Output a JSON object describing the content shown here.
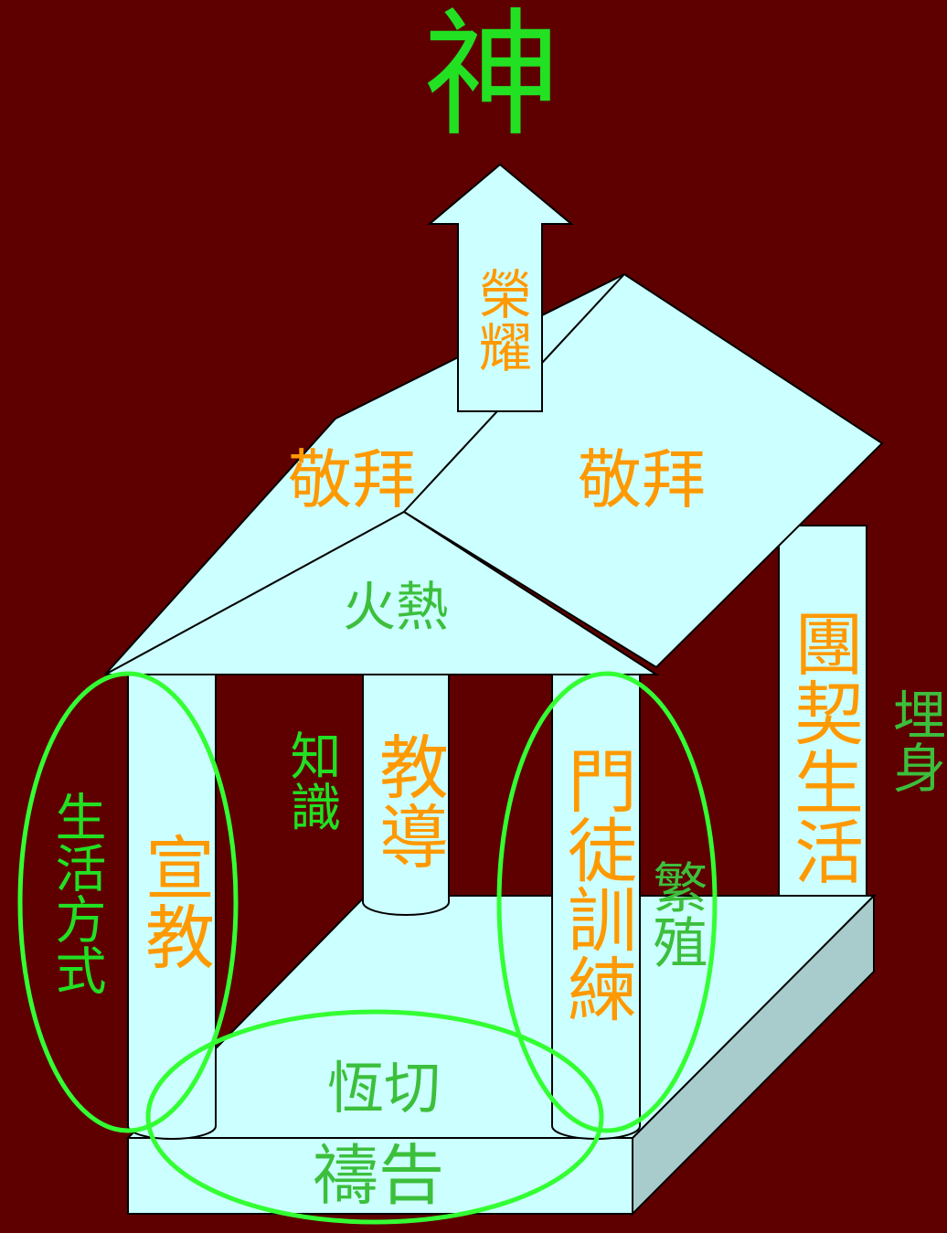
{
  "top": {
    "label": "神"
  },
  "arrow": {
    "label": "榮耀"
  },
  "roof": {
    "left_label": "敬拜",
    "right_label": "敬拜"
  },
  "pediment": {
    "label": "火熱"
  },
  "pillars": {
    "pillar1": {
      "label": "宣教",
      "side_label": "生活方式"
    },
    "pillar2": {
      "label": "教導",
      "side_label": "知識"
    },
    "pillar3": {
      "label": "門徒訓練",
      "side_label": "繁殖"
    },
    "pillar4": {
      "label": "團契生活",
      "side_label": "埋身"
    }
  },
  "foundation": {
    "top_label": "恆切",
    "front_label": "禱告"
  },
  "colors": {
    "background": "#5e0000",
    "structure": "#ccffff",
    "foundation_side": "#a8cccc",
    "outline": "#000000",
    "green_label": "#22e022",
    "orange_label": "#ff9900",
    "ellipse": "#33ff33"
  }
}
